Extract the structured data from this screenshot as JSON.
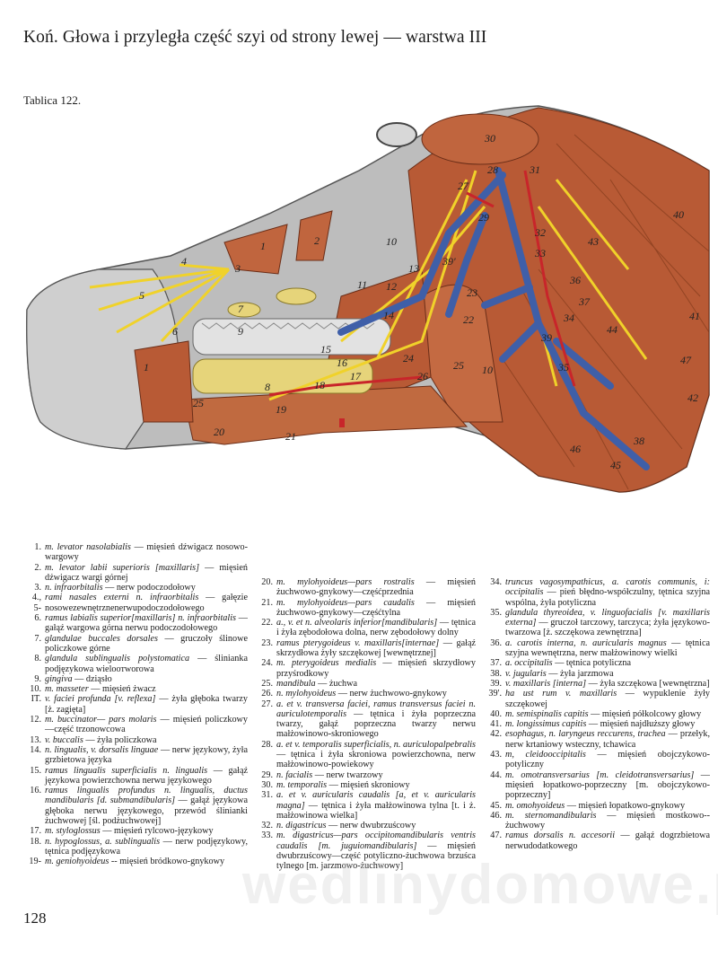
{
  "header": {
    "title": "Koń. Głowa i przyległa część szyi od strony lewej — warstwa III",
    "plate": "Tablica 122."
  },
  "figure": {
    "labels": [
      "1",
      "2",
      "3",
      "4",
      "5",
      "6",
      "7",
      "8",
      "9",
      "10",
      "11",
      "12",
      "13",
      "14",
      "15",
      "16",
      "17",
      "18",
      "19",
      "20",
      "21",
      "22",
      "23",
      "24",
      "25",
      "25",
      "26",
      "27",
      "28",
      "29",
      "30",
      "31",
      "32",
      "33",
      "34",
      "35",
      "36",
      "37",
      "38",
      "39",
      "39'",
      "40",
      "41",
      "42",
      "43",
      "44",
      "45",
      "46",
      "47",
      "1",
      "10"
    ]
  },
  "legend": {
    "col1": [
      {
        "num": "1.",
        "latin": "m. levator nasolabialis",
        "polish": " — mięsień dźwigacz nosowo-wargowy"
      },
      {
        "num": "2.",
        "latin": "m. levator labii superioris [maxillaris]",
        "polish": " — mięsień dźwigacz wargi górnej"
      },
      {
        "num": "3.",
        "latin": "n. infraorbitalis",
        "polish": " — nerw podoczodołowy"
      },
      {
        "num": "4., 5-",
        "latin": "rami nasales externi n. infraorbitalis",
        "polish": " — gałęzie nosowezewnętrznenerwupodoczodołowego"
      },
      {
        "num": "6.",
        "latin": "ramus labialis superior[maxillaris] n. infraorbitalis",
        "polish": " — gałąź wargowa górna nerwu podoczodołowego"
      },
      {
        "num": "7.",
        "latin": "glandulae buccales dorsales",
        "polish": " — gruczoły ślinowe policzkowe górne"
      },
      {
        "num": "8.",
        "latin": "glandula sublingualis polystomatica",
        "polish": " — ślinianka podjęzykowa wieloотworowa"
      },
      {
        "num": "9.",
        "latin": "gingiva",
        "polish": " — dziąsło"
      },
      {
        "num": "10.",
        "latin": "m. masseter",
        "polish": " — mięsień żwacz"
      },
      {
        "num": "IT.",
        "latin": "v. faciei profunda [v. reflexa]",
        "polish": " — żyła głęboka twarzy [ż. zagięta]"
      },
      {
        "num": "12.",
        "latin": "m. buccinator— pars molaris",
        "polish": " — mięsień policzkowy—część trzonowcowa"
      },
      {
        "num": "13.",
        "latin": "v. buccalis",
        "polish": " — żyła policzkowa"
      },
      {
        "num": "14.",
        "latin": "n. lingualis, v. dorsalis linguae",
        "polish": " — nerw językowy, żyła grzbietowa języka"
      },
      {
        "num": "15.",
        "latin": "ramus lingualis superficialis n. lingualis",
        "polish": " — gałąź językowa powierzchowna nerwu językowego"
      },
      {
        "num": "16.",
        "latin": "ramus lingualis profundus n. lingualis, ductus mandibularis [d. submandibularis]",
        "polish": " — gałąź językowa głęboka nerwu językowego, przewód ślinianki żuchwowej [śl. podżuchwowej]"
      },
      {
        "num": "17.",
        "latin": "m. styloglossus",
        "polish": " — mięsień rylcowo-językowy"
      },
      {
        "num": "18.",
        "latin": "n. hypoglossus, a. sublingualis",
        "polish": " — nerw podjęzykowy, tętnica podjęzykowa"
      },
      {
        "num": "19-",
        "latin": "m. geniohyoideus",
        "polish": " -- mięsień bródkowo-gnykowy"
      }
    ],
    "col2": [
      {
        "num": "20.",
        "latin": "m. mylohyoideus—pars rostralis",
        "polish": " — mięsień żuchwowo-gnykowy—częśćprzednia"
      },
      {
        "num": "21.",
        "latin": "m. mylohyoideus—pars caudalis",
        "polish": " — mięsień żuchwowo-gnykowy—częśćtylna"
      },
      {
        "num": "22.",
        "latin": "a., v. et n. alveolaris inferior[mandibularis]",
        "polish": " — tętnica i żyła zębodołowa dolna, nerw zębodołowy dolny"
      },
      {
        "num": "23.",
        "latin": "ramus pterygoideus v. maxillaris[internae]",
        "polish": " — gałąź skrzydłowa żyły szczękowej [wewnętrznej]"
      },
      {
        "num": "24.",
        "latin": "m. pterygoideus medialis",
        "polish": " — mięsień skrzydłowy przyśrodkowy"
      },
      {
        "num": "25.",
        "latin": "mandibula",
        "polish": " — żuchwa"
      },
      {
        "num": "26.",
        "latin": "n. mylohyoideus",
        "polish": " — nerw żuchwowo-gnykowy"
      },
      {
        "num": "27.",
        "latin": "a. et v. transversa faciei, ramus transversus faciei n. auriculotemporalis",
        "polish": " — tętnica i żyła poprzeczna twarzy, gałąź poprzeczna twarzy nerwu małżowinowo-skroniowego"
      },
      {
        "num": "28.",
        "latin": "a. et v. temporalis superficialis, n. auriculopalpebralis",
        "polish": " — tętnica i żyła skroniowa powierzchowna, nerw małżowinowo-powiekowy"
      },
      {
        "num": "29.",
        "latin": "n. facialis",
        "polish": " — nerw twarzowy"
      },
      {
        "num": "30.",
        "latin": "m. temporalis",
        "polish": " — mięsień skroniowy"
      },
      {
        "num": "31.",
        "latin": "a. et v. auricularis caudalis [a, et v. auricularis magna]",
        "polish": " — tętnica i żyła małżowinowa tylna [t. i ż. małżowinowa wielka]"
      },
      {
        "num": "32.",
        "latin": "n. digastricus",
        "polish": " — nerw dwubrzuścowy"
      },
      {
        "num": "33.",
        "latin": "m. digastricus—pars occipitomandibularis ventris caudalis [m. juguiomandibularis]",
        "polish": " — mięsień dwubrzuścowy—część potyliczno-żuchwowa brzuśca tylnego [m. jarzmowo-żuchwowy]"
      }
    ],
    "col3": [
      {
        "num": "34.",
        "latin": "truncus vagosympathicus, a. carotis communis, i: occipitalis",
        "polish": " — pień błędno-współczulny, tętnica szyjna wspólna, żyła potyliczna"
      },
      {
        "num": "35.",
        "latin": "glandula thyreoidea, v. linguofacialis [v. maxillaris externa]",
        "polish": " — gruczoł tarczowy, tarczyca; żyła językowo-twarzowa [ż. szczękowa zewnętrzna]"
      },
      {
        "num": "36.",
        "latin": "a. carotis interna, n. auricularis magnus",
        "polish": " — tętnica szyjna wewnętrzna, nerw małżowinowy wielki"
      },
      {
        "num": "37.",
        "latin": "a. occipitalis",
        "polish": " — tętnica potyliczna"
      },
      {
        "num": "38.",
        "latin": "v. jugularis",
        "polish": " — żyła jarzmowa"
      },
      {
        "num": "39.",
        "latin": "v. maxillaris [interna]",
        "polish": " — żyła szczękowa [wewnętrzna]"
      },
      {
        "num": "39'.",
        "latin": "ha ust rum v. maxillaris",
        "polish": " — wypuklenie żyły szczękowej"
      },
      {
        "num": "40.",
        "latin": "m. semispinalis capitis",
        "polish": " — mięsień półkolcowy głowy"
      },
      {
        "num": "41.",
        "latin": "m. longissimus capitis",
        "polish": " — mięsień najdłuższy głowy"
      },
      {
        "num": "42.",
        "latin": "esophagus, n. laryngeus reccurens, trachea",
        "polish": " — przełyk, nerw krtaniowy wsteczny, tchawica"
      },
      {
        "num": "43.",
        "latin": "m, cleidooccipitalis",
        "polish": " — mięsień obojczykowo-potyliczny"
      },
      {
        "num": "44.",
        "latin": "m. omotransversarius [m. cleidotransversarius]",
        "polish": " — mięsień łopatkowo-poprzeczny [m. obojczykowo-poprzeczny]"
      },
      {
        "num": "45.",
        "latin": "m. omohyoideus",
        "polish": " — mięsień łopatkowo-gnykowy"
      },
      {
        "num": "46.",
        "latin": "m. sternomandibularis",
        "polish": " — mięsień mostkowo--żuchwowy"
      },
      {
        "num": "47.",
        "latin": "ramus dorsalis n. accesorii",
        "polish": " — gałąź dogrzbietowa nerwudodatkowego"
      }
    ]
  },
  "footer": {
    "page_number": "128",
    "watermark": "wedlinydomowe.pl"
  },
  "colors": {
    "muscle": "#b85a35",
    "nerve": "#f0d22a",
    "vein": "#3f5fa8",
    "artery": "#c8252a",
    "bone": "#bdbdbd"
  }
}
